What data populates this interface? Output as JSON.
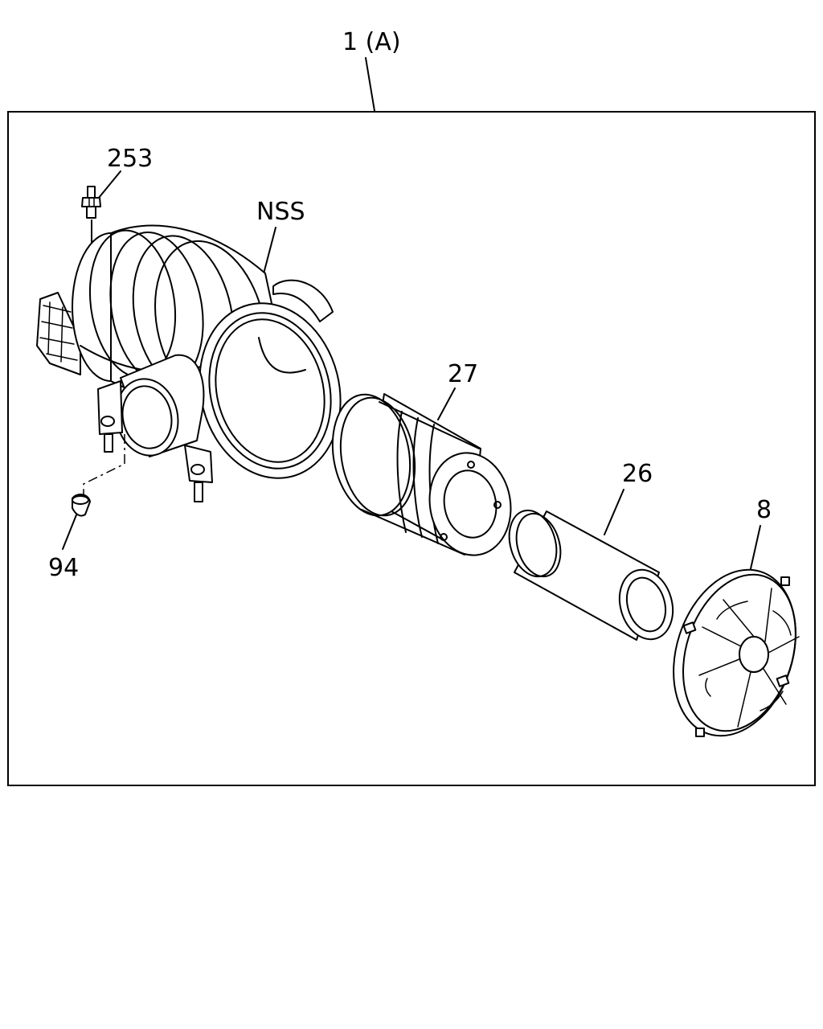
{
  "diagram": {
    "assembly_label": "1 (A)",
    "callouts": {
      "bolt": "253",
      "housing": "NSS",
      "outer_element": "27",
      "inner_element": "26",
      "cover": "8",
      "valve": "94"
    }
  }
}
